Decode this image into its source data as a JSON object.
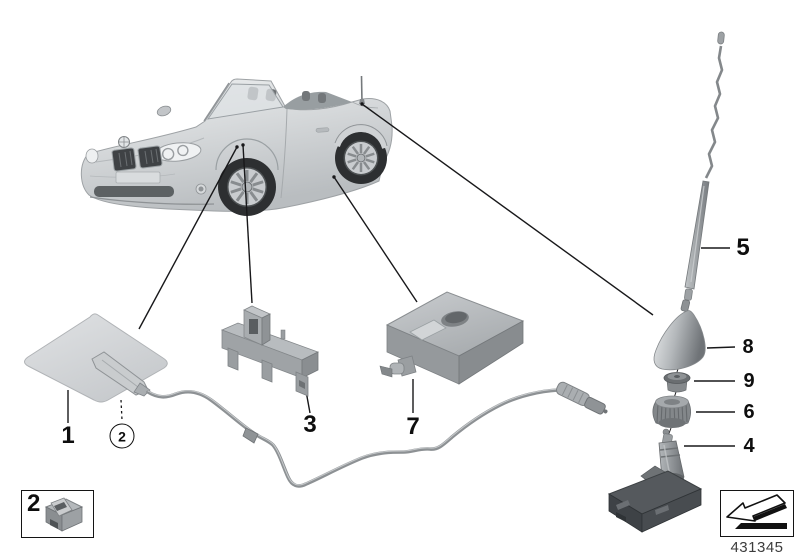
{
  "diagram": {
    "background_color": "#ffffff",
    "line_color": "#1a1a1a",
    "code": "431345",
    "callouts": {
      "c1": "1",
      "c2_circled": "2",
      "c2_boxed": "2",
      "c3": "3",
      "c4": "4",
      "c5": "5",
      "c6": "6",
      "c7": "7",
      "c8": "8",
      "c9": "9"
    },
    "parts": {
      "p1": "film-antenna-pad",
      "p2": "cable-clip",
      "p3": "mounting-bracket",
      "p4": "antenna-mount",
      "p5": "antenna-rod",
      "p6": "knurled-nut",
      "p7": "antenna-amplifier-box",
      "p8": "antenna-base-cone",
      "p9": "seal-grommet"
    },
    "icons": {
      "direction_arrow": "direction-of-travel-arrow"
    },
    "vehicle": "bmw-2series-convertible-line-art",
    "part_grays": {
      "light": "#d6d9db",
      "mid": "#9aa0a3",
      "dark": "#4a4e52"
    }
  }
}
